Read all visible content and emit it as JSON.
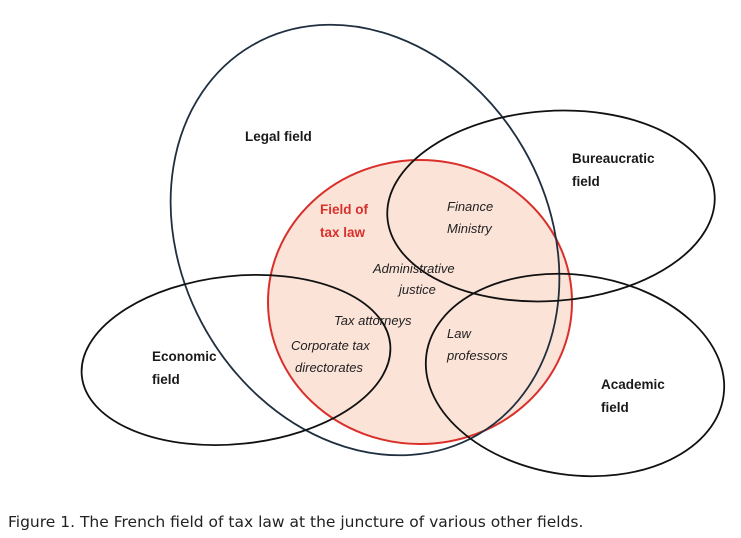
{
  "fields": {
    "legal": "Legal field",
    "bureaucratic": [
      "Bureaucratic",
      "field"
    ],
    "economic": [
      "Economic",
      "field"
    ],
    "academic": [
      "Academic",
      "field"
    ],
    "tax_law": [
      "Field of",
      "tax law"
    ]
  },
  "actors": {
    "finance_ministry": [
      "Finance",
      "Ministry"
    ],
    "administrative_justice": [
      "Administrative",
      "justice"
    ],
    "tax_attorneys": "Tax attorneys",
    "corporate_tax_directorates": [
      "Corporate tax",
      "directorates"
    ],
    "law_professors": [
      "Law",
      "professors"
    ]
  },
  "caption": "Figure 1. The French field of tax law at the juncture of various other fields.",
  "colors": {
    "tax_law_stroke": "#d9302b",
    "tax_law_fill": "#fbe3d8",
    "legal_stroke": "#1f2f3f",
    "other_stroke": "#111111"
  }
}
